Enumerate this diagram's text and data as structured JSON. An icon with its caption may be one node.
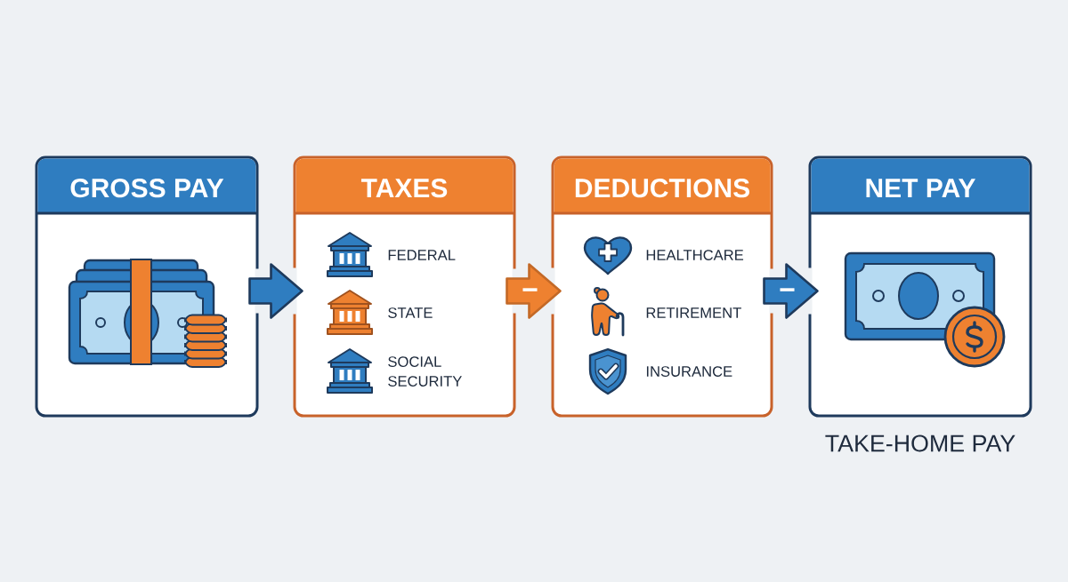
{
  "diagram": {
    "nodes": [
      {
        "text": [
          "GROSS PAY"
        ]
      },
      {
        "text": [
          "TAXES",
          "FEDERAL",
          "STATE",
          "SOCIAL SECURITY"
        ]
      },
      {
        "text": [
          "DEDUCTIONS",
          "HEALTHCARE",
          "RETIREMENT",
          "INSURANCE"
        ]
      },
      {
        "text": [
          "NET PAY"
        ],
        "beside": [
          "TAKE-HOME PAY"
        ]
      }
    ],
    "edges": [
      {
        "from": 0,
        "to": 1,
        "arrow": "to"
      },
      {
        "from": 1,
        "to": 2,
        "arrow": "to",
        "label": "−",
        "color": "#ee8130"
      },
      {
        "from": 2,
        "to": 3,
        "arrow": "to",
        "label": "−"
      }
    ]
  }
}
